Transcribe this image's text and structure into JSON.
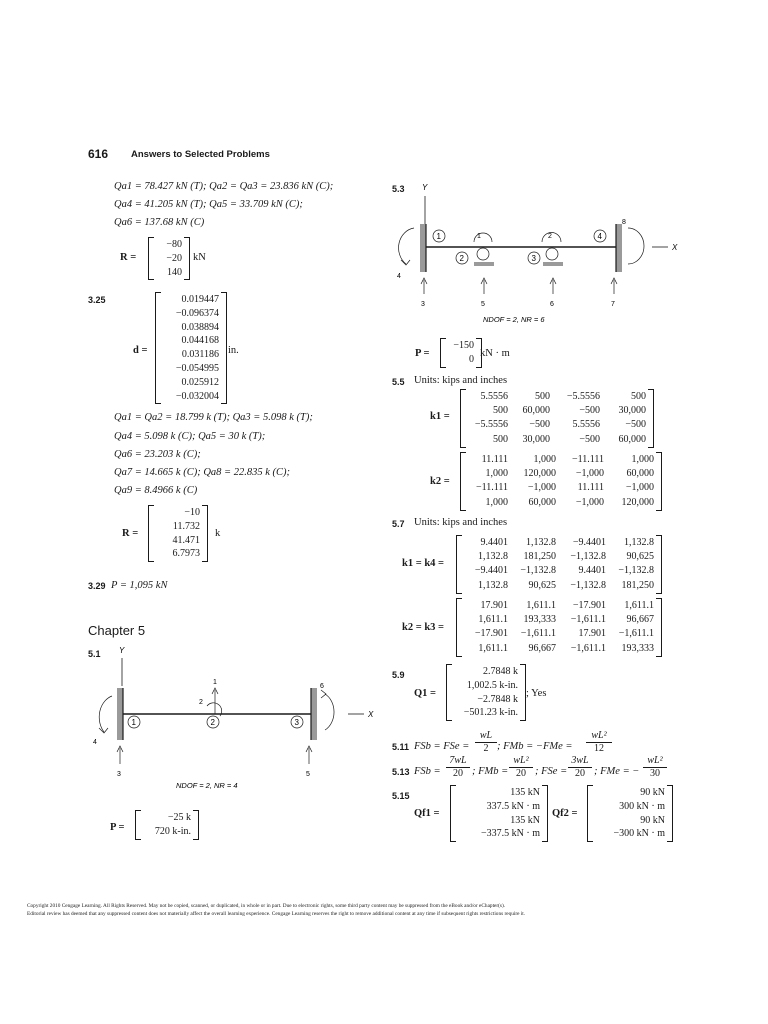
{
  "header": {
    "page_number": "616",
    "running_title": "Answers to Selected Problems"
  },
  "left": {
    "ans_3_21": {
      "line1": "Qa1 = 78.427 kN (T);  Qa2 = Qa3 = 23.836 kN (C);",
      "line2": "Qa4 = 41.205 kN (T);  Qa5 = 33.709 kN (C);",
      "line3": "Qa6 = 137.68 kN (C)",
      "R_label": "R =",
      "R_values": [
        "−80",
        "−20",
        "140"
      ],
      "R_unit": "kN"
    },
    "ans_3_25": {
      "number": "3.25",
      "d_label": "d =",
      "d_values": [
        "0.019447",
        "−0.096374",
        "0.038894",
        "0.044168",
        "0.031186",
        "−0.054995",
        "0.025912",
        "−0.032004"
      ],
      "d_unit": "in.",
      "line1": "Qa1 = Qa2 = 18.799 k (T);  Qa3 = 5.098 k (T);",
      "line2": "Qa4 = 5.098 k (C);  Qa5 = 30 k (T);",
      "line3": "Qa6 = 23.203 k (C);",
      "line4": "Qa7 = 14.665 k (C);  Qa8 = 22.835 k (C);",
      "line5": "Qa9 = 8.4966 k (C)",
      "R_label": "R =",
      "R_values": [
        "−10",
        "11.732",
        "41.471",
        "6.7973"
      ],
      "R_unit": "k"
    },
    "ans_3_29": {
      "number": "3.29",
      "text": "P = 1,095 kN"
    },
    "chapter_heading": "Chapter 5",
    "ans_5_1": {
      "number": "5.1",
      "fig": {
        "y_axis": "Y",
        "x_axis": "X",
        "nodes": [
          "1",
          "2",
          "3"
        ],
        "dofs": [
          "1",
          "2",
          "6",
          "4",
          "3",
          "5"
        ],
        "caption": "NDOF = 2, NR = 4"
      },
      "P_label": "P =",
      "P_values": [
        "−25 k",
        "720 k-in."
      ]
    }
  },
  "right": {
    "ans_5_3": {
      "number": "5.3",
      "fig": {
        "y_axis": "Y",
        "x_axis": "X",
        "nodes": [
          "1",
          "2",
          "3",
          "4"
        ],
        "dofs": [
          "1",
          "2",
          "8",
          "4",
          "3",
          "5",
          "6",
          "7"
        ],
        "caption": "NDOF = 2, NR = 6"
      },
      "P_label": "P =",
      "P_values": [
        "−150",
        "0"
      ],
      "P_unit": "kN · m"
    },
    "ans_5_5": {
      "number": "5.5",
      "units": "Units: kips and inches",
      "k1_label": "k1 =",
      "k1_rows": [
        [
          "5.5556",
          "500",
          "−5.5556",
          "500"
        ],
        [
          "500",
          "60,000",
          "−500",
          "30,000"
        ],
        [
          "−5.5556",
          "−500",
          "5.5556",
          "−500"
        ],
        [
          "500",
          "30,000",
          "−500",
          "60,000"
        ]
      ],
      "k2_label": "k2 =",
      "k2_rows": [
        [
          "11.111",
          "1,000",
          "−11.111",
          "1,000"
        ],
        [
          "1,000",
          "120,000",
          "−1,000",
          "60,000"
        ],
        [
          "−11.111",
          "−1,000",
          "11.111",
          "−1,000"
        ],
        [
          "1,000",
          "60,000",
          "−1,000",
          "120,000"
        ]
      ]
    },
    "ans_5_7": {
      "number": "5.7",
      "units": "Units: kips and inches",
      "k14_label": "k1 = k4 =",
      "k14_rows": [
        [
          "9.4401",
          "1,132.8",
          "−9.4401",
          "1,132.8"
        ],
        [
          "1,132.8",
          "181,250",
          "−1,132.8",
          "90,625"
        ],
        [
          "−9.4401",
          "−1,132.8",
          "9.4401",
          "−1,132.8"
        ],
        [
          "1,132.8",
          "90,625",
          "−1,132.8",
          "181,250"
        ]
      ],
      "k23_label": "k2 = k3 =",
      "k23_rows": [
        [
          "17.901",
          "1,611.1",
          "−17.901",
          "1,611.1"
        ],
        [
          "1,611.1",
          "193,333",
          "−1,611.1",
          "96,667"
        ],
        [
          "−17.901",
          "−1,611.1",
          "17.901",
          "−1,611.1"
        ],
        [
          "1,611.1",
          "96,667",
          "−1,611.1",
          "193,333"
        ]
      ]
    },
    "ans_5_9": {
      "number": "5.9",
      "Q_label": "Q1 =",
      "Q_values": [
        "2.7848 k",
        "1,002.5 k-in.",
        "−2.7848 k",
        "−501.23 k-in."
      ],
      "suffix": "; Yes"
    },
    "ans_5_11": {
      "number": "5.11",
      "part1": "FSb = FSe =",
      "frac1_num": "wL",
      "frac1_den": "2",
      "part2": "; FMb = −FMe =",
      "frac2_num": "wL²",
      "frac2_den": "12"
    },
    "ans_5_13": {
      "number": "5.13",
      "part1": "FSb =",
      "frac1_num": "7wL",
      "frac1_den": "20",
      "part2": "; FMb =",
      "frac2_num": "wL²",
      "frac2_den": "20",
      "part3": "; FSe =",
      "frac3_num": "3wL",
      "frac3_den": "20",
      "part4": "; FMe = −",
      "frac4_num": "wL²",
      "frac4_den": "30"
    },
    "ans_5_15": {
      "number": "5.15",
      "Qf1_label": "Qf1 =",
      "Qf1_values": [
        "135 kN",
        "337.5 kN · m",
        "135 kN",
        "−337.5 kN · m"
      ],
      "Qf2_label": "Qf2 =",
      "Qf2_values": [
        "90 kN",
        "300 kN · m",
        "90 kN",
        "−300 kN · m"
      ]
    }
  },
  "footer": {
    "line1": "Copyright 2010 Cengage Learning. All Rights Reserved. May not be copied, scanned, or duplicated, in whole or in part. Due to electronic rights, some third party content may be suppressed from the eBook and/or eChapter(s).",
    "line2": "Editorial review has deemed that any suppressed content does not materially affect the overall learning experience. Cengage Learning reserves the right to remove additional content at any time if subsequent rights restrictions require it."
  }
}
